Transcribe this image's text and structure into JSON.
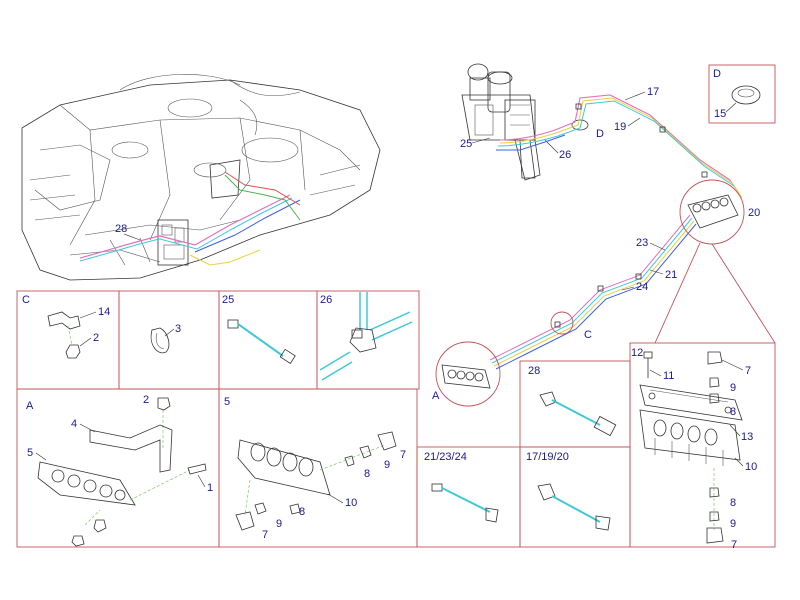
{
  "colors": {
    "label": "#1a1a8c",
    "frame": "#c0555a",
    "pipe_pink": "#e070c0",
    "pipe_yellow": "#e8d040",
    "pipe_cyan": "#40c8d8",
    "pipe_blue": "#4060e0",
    "pipe_green": "#50b050",
    "pipe_red": "#e05050"
  },
  "main": {
    "callouts": {
      "c28": "28",
      "c25": "25",
      "c26": "26",
      "cD": "D",
      "c17": "17",
      "c19": "19",
      "c20": "20",
      "c23": "23",
      "c21": "21",
      "c24": "24",
      "cC": "C",
      "cA": "A"
    }
  },
  "panels": {
    "D": {
      "title": "D",
      "p15": "15"
    },
    "C": {
      "title": "C",
      "p14": "14",
      "p2": "2"
    },
    "p3": {
      "p3": "3"
    },
    "p25": {
      "title": "25"
    },
    "p26": {
      "title": "26"
    },
    "A": {
      "title": "A",
      "p2": "2",
      "p4": "4",
      "p5": "5",
      "p1": "1"
    },
    "p5": {
      "title": "5",
      "p8a": "8",
      "p9a": "9",
      "p7a": "7",
      "p10": "10",
      "p8b": "8",
      "p9b": "9",
      "p7b": "7"
    },
    "p28": {
      "title": "28"
    },
    "p212324": {
      "title": "21/23/24"
    },
    "p171920": {
      "title": "17/19/20"
    },
    "detail": {
      "p12": "12",
      "p11": "11",
      "p7a": "7",
      "p9a": "9",
      "p8a": "8",
      "p13": "13",
      "p10": "10",
      "p8b": "8",
      "p9b": "9",
      "p7b": "7"
    }
  }
}
